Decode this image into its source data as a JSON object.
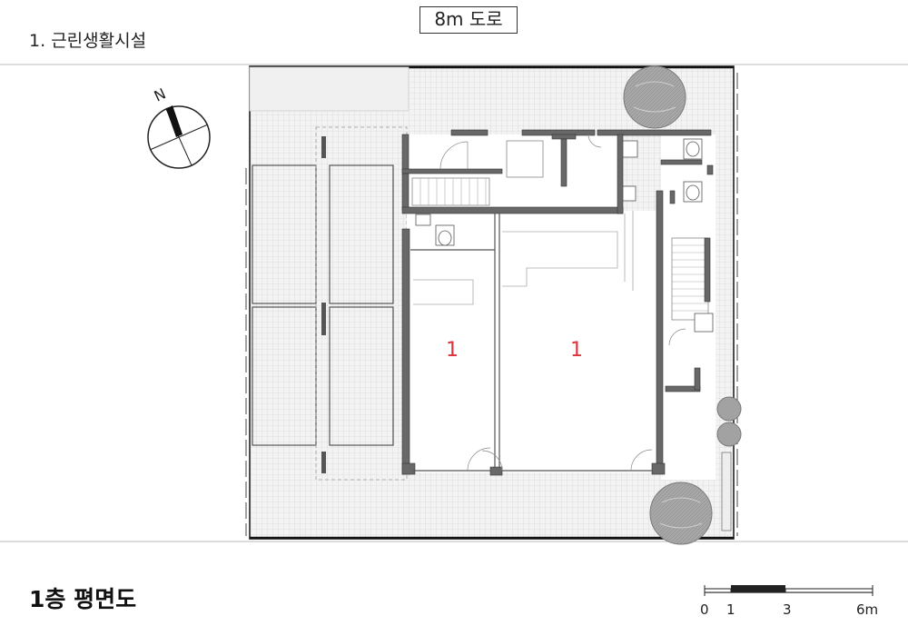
{
  "legend": {
    "number": "1.",
    "text": "근린생활시설"
  },
  "road_label": "8m 도로",
  "compass": {
    "label": "N"
  },
  "units": [
    {
      "name": "unit-left",
      "label": "1"
    },
    {
      "name": "unit-right",
      "label": "1"
    }
  ],
  "title": "1층 평면도",
  "scale_bar": {
    "labels": [
      "0",
      "1",
      "3",
      "6m"
    ]
  },
  "colors": {
    "wall": "#666666",
    "unit_label": "#e0303a",
    "paving": "#f2f2f2",
    "tree": "#9a9a9a"
  }
}
